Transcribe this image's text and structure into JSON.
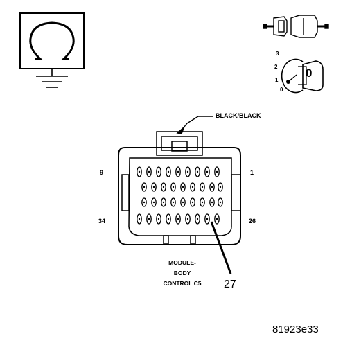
{
  "connector": {
    "wire_color_label": "BLACK/BLACK",
    "module_label": [
      "MODULE-",
      "BODY",
      "CONTROL C5"
    ],
    "pin_labels": {
      "top_left": "9",
      "top_right": "1",
      "bottom_left": "34",
      "bottom_right": "26"
    },
    "callout_pin": "27"
  },
  "ignition_switch": {
    "positions": [
      "3",
      "2",
      "1",
      "0"
    ],
    "key_label": "0"
  },
  "figure_id": "81923e33"
}
